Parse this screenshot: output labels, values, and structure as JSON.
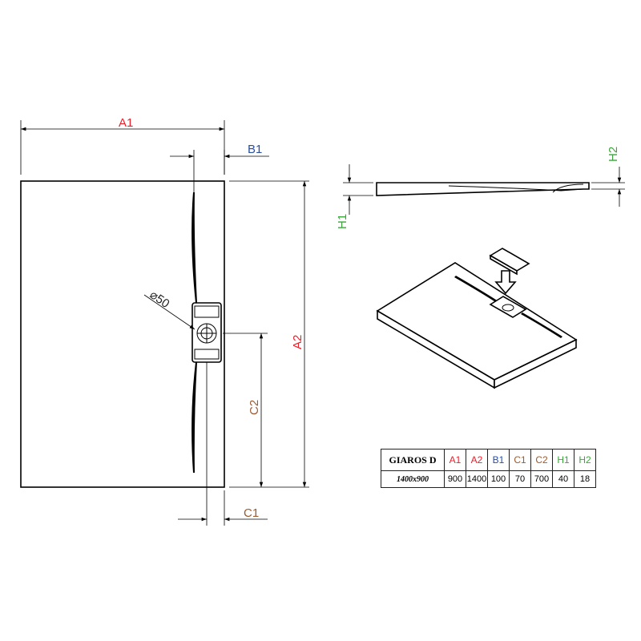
{
  "labels": {
    "a1": "A1",
    "a2": "A2",
    "b1": "B1",
    "c1": "C1",
    "c2": "C2",
    "h1": "H1",
    "h2": "H2",
    "drain_diameter": "⌀50"
  },
  "table": {
    "model": "GIAROS D",
    "size": "1400x900",
    "columns": [
      "A1",
      "A2",
      "B1",
      "C1",
      "C2",
      "H1",
      "H2"
    ],
    "values": [
      "900",
      "1400",
      "100",
      "70",
      "700",
      "40",
      "18"
    ]
  },
  "colors": {
    "A": "#e8202a",
    "B": "#2a4fa0",
    "C": "#9c5a2e",
    "H": "#3aa63a"
  },
  "icons": [
    "arrow-down-icon",
    "drain-cover-icon"
  ]
}
